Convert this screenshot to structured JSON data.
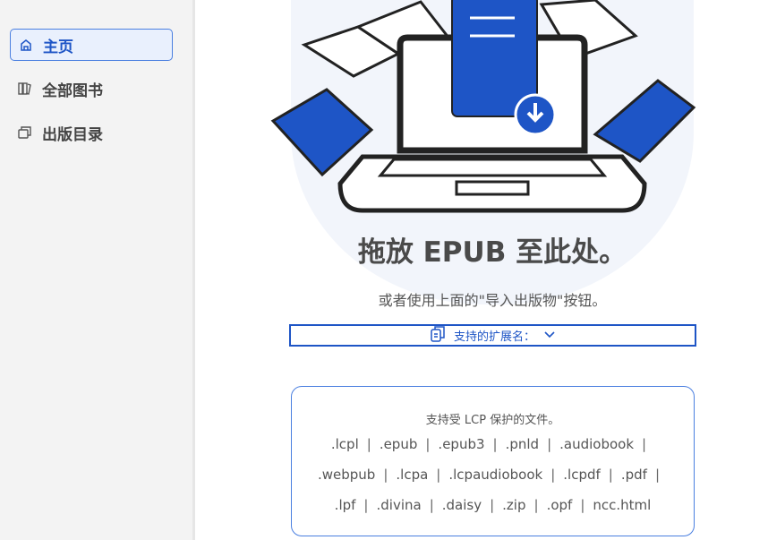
{
  "sidebar": {
    "items": [
      {
        "label": "主页",
        "icon": "home-icon",
        "active": true
      },
      {
        "label": "全部图书",
        "icon": "books-icon"
      },
      {
        "label": "出版目录",
        "icon": "catalog-icon"
      }
    ]
  },
  "main": {
    "headline": "拖放 EPUB 至此处。",
    "subtitle": "或者使用上面的\"导入出版物\"按钮。",
    "extensions_button": "支持的扩展名：",
    "lcp_note": "支持受 LCP 保护的文件。",
    "extension_rows": [
      [
        ".lcpl",
        ".epub",
        ".epub3",
        ".pnld",
        ".audiobook"
      ],
      [
        ".webpub",
        ".lcpa",
        ".lcpaudiobook",
        ".lcpdf",
        ".pdf"
      ],
      [
        ".lpf",
        ".divina",
        ".daisy",
        ".zip",
        ".opf",
        "ncc.html"
      ]
    ]
  },
  "colors": {
    "accent": "#1e55c6"
  }
}
